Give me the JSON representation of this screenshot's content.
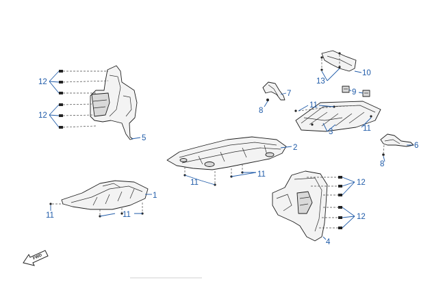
{
  "callouts": {
    "c12a": "12",
    "c12b": "12",
    "c5": "5",
    "c7": "7",
    "c8a": "8",
    "c13": "13",
    "c10": "10",
    "c9": "9",
    "c11a": "11",
    "c3": "3",
    "c11b": "11",
    "c2": "2",
    "c6": "6",
    "c8b": "8",
    "c11c": "11",
    "c11d": "11",
    "c1": "1",
    "c11e": "11",
    "c11f": "11",
    "c12c": "12",
    "c12d": "12",
    "c4": "4"
  },
  "fwd_label": "FWD",
  "colors": {
    "callout": "#1e5aa8",
    "line": "#1c1c1c",
    "fill": "#f3f3f3"
  }
}
